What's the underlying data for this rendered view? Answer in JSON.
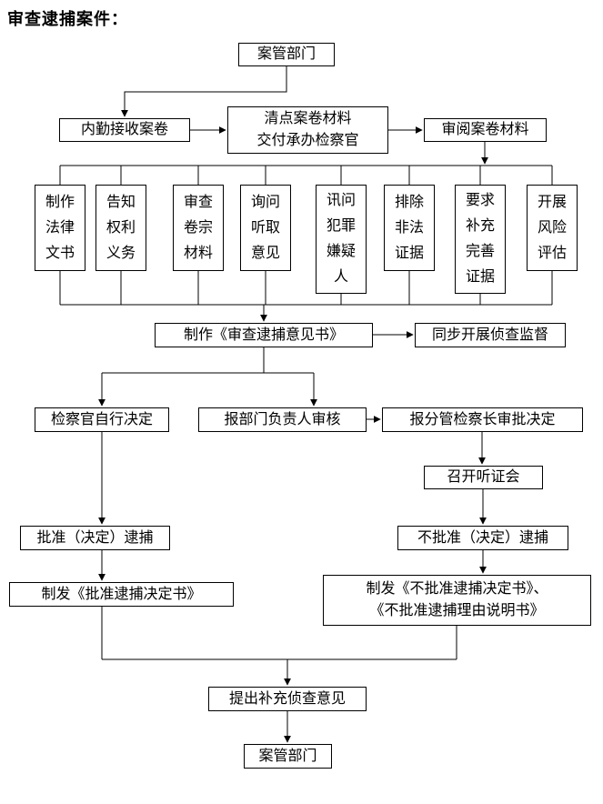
{
  "title": "审查逮捕案件：",
  "flow": {
    "case_mgmt_top": "案管部门",
    "receive_files": "内勤接收案卷",
    "inventory_transfer": "清点案卷材料\n交付承办检察官",
    "review_files": "审阅案卷材料",
    "tasks": [
      "制作\n法律\n文书",
      "告知\n权利\n义务",
      "审查\n卷宗\n材料",
      "询问\n听取\n意见",
      "讯问\n犯罪\n嫌疑\n人",
      "排除\n非法\n证据",
      "要求\n补充\n完善\n证据",
      "开展\n风险\n评估"
    ],
    "make_opinion": "制作《审查逮捕意见书》",
    "supervision": "同步开展侦查监督",
    "prosecutor_decide": "检察官自行决定",
    "dept_review": "报部门负责人审核",
    "chief_approve": "报分管检察长审批决定",
    "hearing": "召开听证会",
    "approve_arrest": "批准（决定）逮捕",
    "disapprove_arrest": "不批准（决定）逮捕",
    "issue_approval_doc": "制发《批准逮捕决定书》",
    "issue_disapproval_doc": "制发《不批准逮捕决定书》、\n《不批准逮捕理由说明书》",
    "supplementary_opinion": "提出补充侦查意见",
    "case_mgmt_bottom": "案管部门"
  }
}
